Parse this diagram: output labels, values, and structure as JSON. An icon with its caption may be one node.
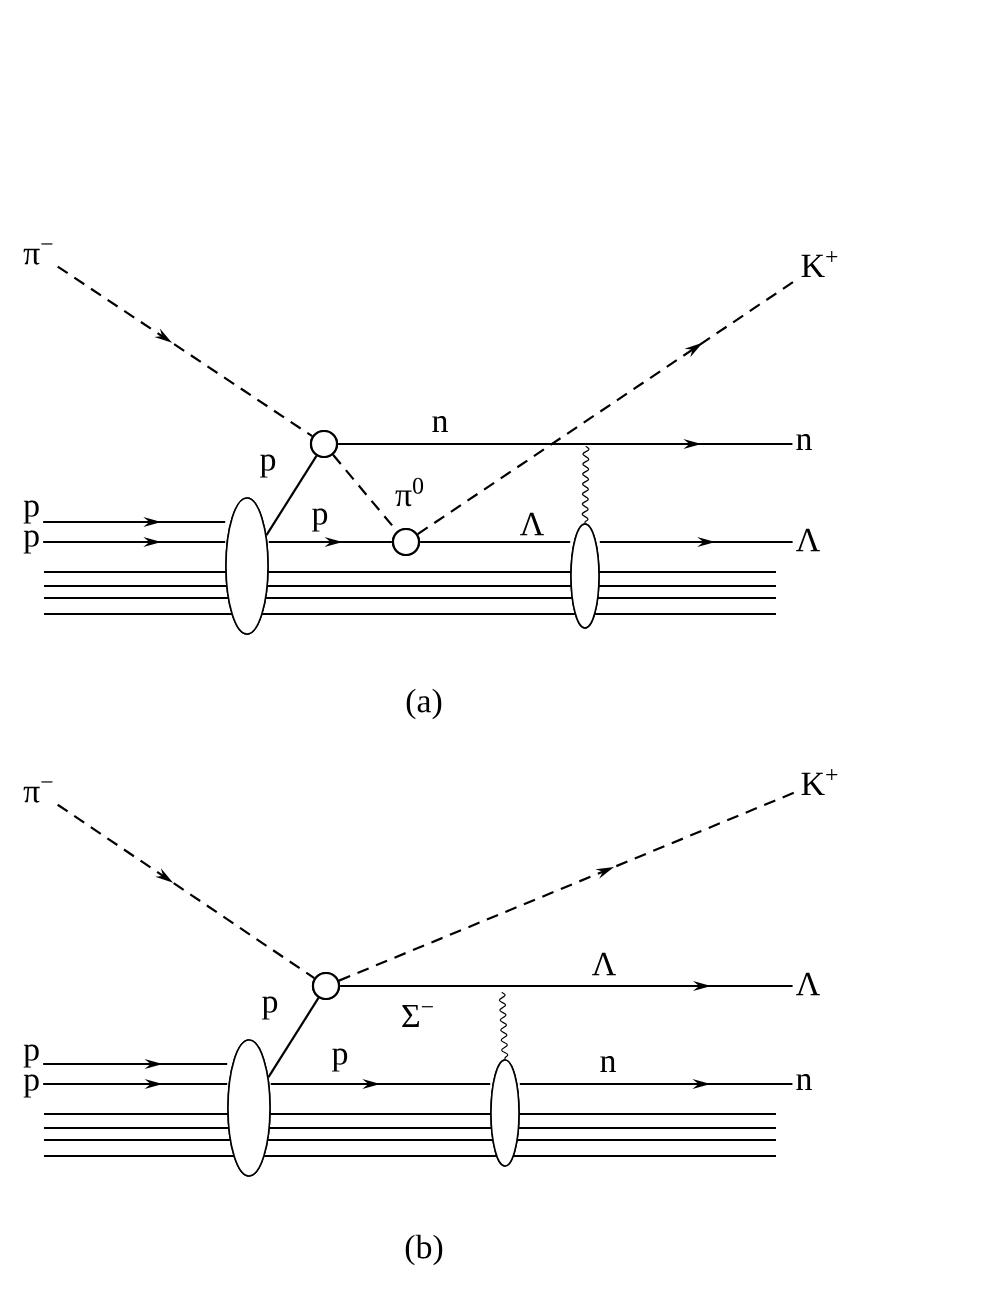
{
  "diagram": {
    "nodes": [
      {
        "text": [
          "π$^{−}$"
        ]
      },
      {
        "text": [
          "K$^{+}$"
        ]
      },
      {
        "text": [],
        "shape": "circle"
      },
      {
        "text": [],
        "shape": "circle"
      },
      {
        "text": [
          "n"
        ]
      },
      {
        "text": [
          "Λ"
        ]
      },
      {
        "text": [
          "p"
        ]
      },
      {
        "text": [
          "p"
        ]
      },
      {
        "text": [],
        "shape": "ellipse"
      },
      {
        "text": [],
        "shape": "ellipse"
      },
      {
        "text": [
          "π$^{−}$"
        ]
      },
      {
        "text": [
          "K$^{+}$"
        ]
      },
      {
        "text": [],
        "shape": "circle"
      },
      {
        "text": [
          "Λ"
        ]
      },
      {
        "text": [
          "n"
        ]
      },
      {
        "text": [
          "p"
        ]
      },
      {
        "text": [
          "p"
        ]
      },
      {
        "text": [],
        "shape": "ellipse"
      },
      {
        "text": [],
        "shape": "ellipse"
      }
    ],
    "edges": [
      {
        "from": 0,
        "to": 2,
        "arrow": "to",
        "style": "dashed"
      },
      {
        "from": 3,
        "to": 1,
        "arrow": "to",
        "style": "dashed"
      },
      {
        "from": 8,
        "to": 2,
        "arrow": "none",
        "label": "p"
      },
      {
        "from": 2,
        "to": 3,
        "arrow": "none",
        "style": "dashed",
        "label": "π$^{0}$"
      },
      {
        "from": 2,
        "to": 4,
        "arrow": "to",
        "label": "n"
      },
      {
        "from": 6,
        "to": 8,
        "arrow": "to"
      },
      {
        "from": 7,
        "to": 8,
        "arrow": "to"
      },
      {
        "from": 8,
        "to": 3,
        "arrow": "to",
        "label": "p"
      },
      {
        "from": 3,
        "to": 9,
        "arrow": "none",
        "label": "Λ"
      },
      {
        "from": 9,
        "to": 5,
        "arrow": "to"
      },
      {
        "from": null,
        "to": 9,
        "arrow": "none"
      },
      {
        "from": 10,
        "to": 12,
        "arrow": "to",
        "style": "dashed"
      },
      {
        "from": 12,
        "to": 11,
        "arrow": "to",
        "style": "dashed"
      },
      {
        "from": 17,
        "to": 12,
        "arrow": "none",
        "label": "p"
      },
      {
        "from": 12,
        "to": 13,
        "arrow": "to",
        "label": "Σ$^{−}$"
      },
      {
        "from": 15,
        "to": 17,
        "arrow": "to"
      },
      {
        "from": 16,
        "to": 17,
        "arrow": "to"
      },
      {
        "from": 17,
        "to": 18,
        "arrow": "to",
        "label": "p"
      },
      {
        "from": 18,
        "to": 14,
        "arrow": "to",
        "label": "n"
      },
      {
        "from": null,
        "to": 18,
        "arrow": "none"
      }
    ],
    "labels": [
      "(a)",
      "Λ",
      "(b)"
    ]
  }
}
